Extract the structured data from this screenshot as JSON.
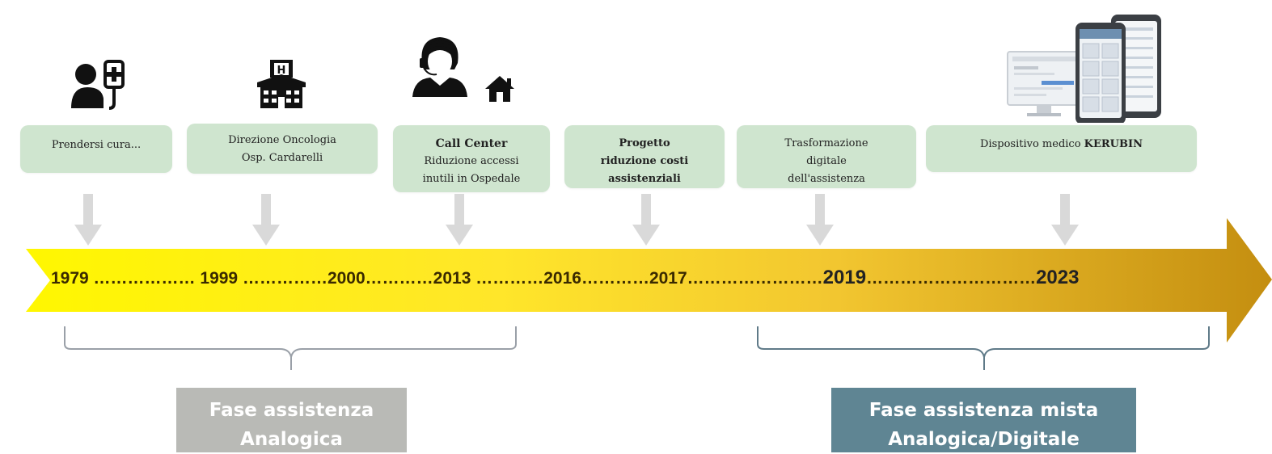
{
  "milestones": [
    {
      "lines": [
        "Prendersi cura..."
      ],
      "bold": [
        false
      ]
    },
    {
      "lines": [
        "Direzione Oncologia",
        "Osp. Cardarelli"
      ],
      "bold": [
        false,
        false
      ]
    },
    {
      "lines": [
        "Call Center",
        "Riduzione accessi",
        "inutili in Ospedale"
      ],
      "bold": [
        true,
        false,
        false
      ]
    },
    {
      "lines": [
        "Progetto",
        "riduzione costi",
        "assistenziali"
      ],
      "bold": [
        true,
        true,
        true
      ]
    },
    {
      "lines": [
        "Trasformazione",
        "digitale",
        "dell'assistenza"
      ],
      "bold": [
        false,
        false,
        false
      ]
    },
    {
      "prefix": "Dispositivo medico ",
      "brand": "KERUBIN"
    }
  ],
  "timeline": {
    "y1979": "1979",
    "d1": " ……………… ",
    "y1999": "1999",
    "d2": " ……………",
    "y2000": "2000",
    "d3": "…………",
    "y2013": "2013",
    "d4": " …………",
    "y2016": "2016",
    "d5": "…………",
    "y2017": "2017",
    "d6": "……………………",
    "y2019": "2019",
    "d7": "…………………………",
    "y2023": "2023"
  },
  "phases": {
    "analog_line1": "Fase assistenza",
    "analog_line2": "Analogica",
    "mixed_line1": "Fase assistenza mista",
    "mixed_line2": "Analogica/Digitale",
    "analog_color": "#b9bab6",
    "mixed_color": "#5f8593"
  },
  "colors": {
    "box": "#cfe5cf",
    "arrow_start": "#fff700",
    "arrow_end": "#c89412",
    "down_arrow": "#d9d9d9",
    "brace": "#9aa0a8"
  },
  "icons": [
    "patient-iv-icon",
    "hospital-icon",
    "call-center-operator-icon",
    "home-icon",
    "computer-and-phone-app-icon"
  ]
}
